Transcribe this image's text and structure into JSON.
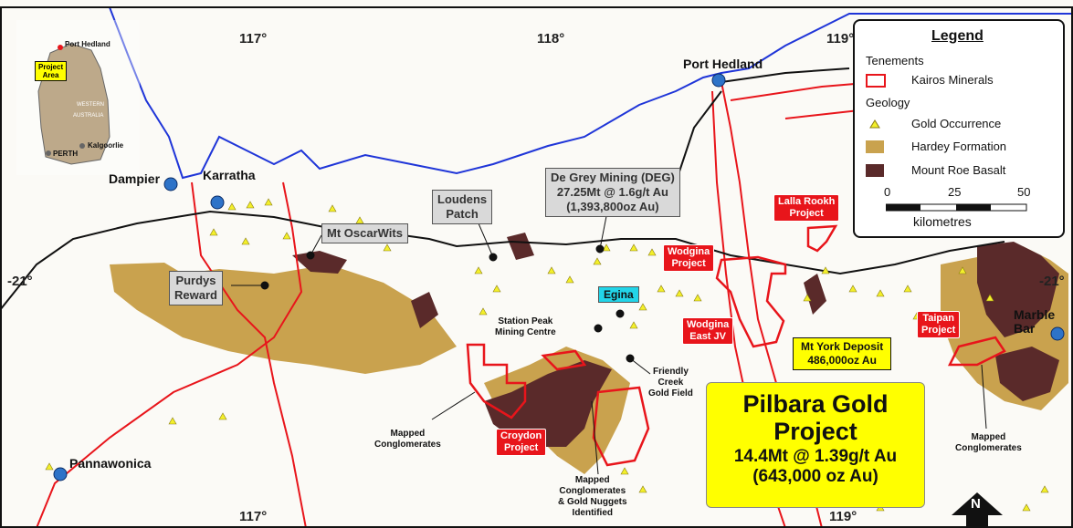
{
  "coords": {
    "lon_117": "117°",
    "lon_118": "118°",
    "lon_119": "119°",
    "lat_minus21": "-21°"
  },
  "towns": {
    "port_hedland": "Port Hedland",
    "dampier": "Dampier",
    "karratha": "Karratha",
    "pannawonica": "Pannawonica",
    "marble_bar": "Marble\nBar"
  },
  "callouts": {
    "de_grey": "De Grey Mining (DEG)\n27.25Mt @ 1.6g/t Au\n(1,393,800oz Au)",
    "loudens": "Loudens\nPatch",
    "mt_oscarwits": "Mt OscarWits",
    "purdys": "Purdys\nReward",
    "egina": "Egina",
    "station_peak": "Station Peak\nMining Centre",
    "friendly_creek": "Friendly\nCreek\nGold Field",
    "mapped_conglom_left": "Mapped\nConglomerates",
    "mapped_conglom_mid": "Mapped\nConglomerates\n& Gold Nuggets\nIdentified",
    "mapped_conglom_right": "Mapped\nConglomerates"
  },
  "projects": {
    "lalla_rookh": "Lalla Rookh\nProject",
    "wodgina": "Wodgina\nProject",
    "wodgina_east": "Wodgina\nEast JV",
    "croydon": "Croydon\nProject",
    "taipan": "Taipan\nProject"
  },
  "mt_york": "Mt York Deposit\n486,000oz Au",
  "pilbara": {
    "title1": "Pilbara Gold",
    "title2": "Project",
    "line1": "14.4Mt @ 1.39g/t Au",
    "line2": "(643,000 oz Au)"
  },
  "north": "N",
  "inset": {
    "port_hedland": "Port Hedland",
    "project_area": "Project\nArea",
    "western": "WESTERN",
    "australia": "AUSTRALIA",
    "kalgoorlie": "Kalgoorlie",
    "perth": "PERTH"
  },
  "legend": {
    "title": "Legend",
    "tenements": "Tenements",
    "kairos": "Kairos Minerals",
    "geology": "Geology",
    "gold": "Gold Occurrence",
    "hardey": "Hardey Formation",
    "mount_roe": "Mount Roe Basalt",
    "scale_0": "0",
    "scale_25": "25",
    "scale_50": "50",
    "scale_unit": "kilometres"
  },
  "colors": {
    "hardey": "#c9a24e",
    "mount_roe": "#5a2a2a",
    "tenement": "#e8151b",
    "coast": "#1f35d8",
    "gold": "#f3ef2a",
    "project": "#ffff00"
  }
}
